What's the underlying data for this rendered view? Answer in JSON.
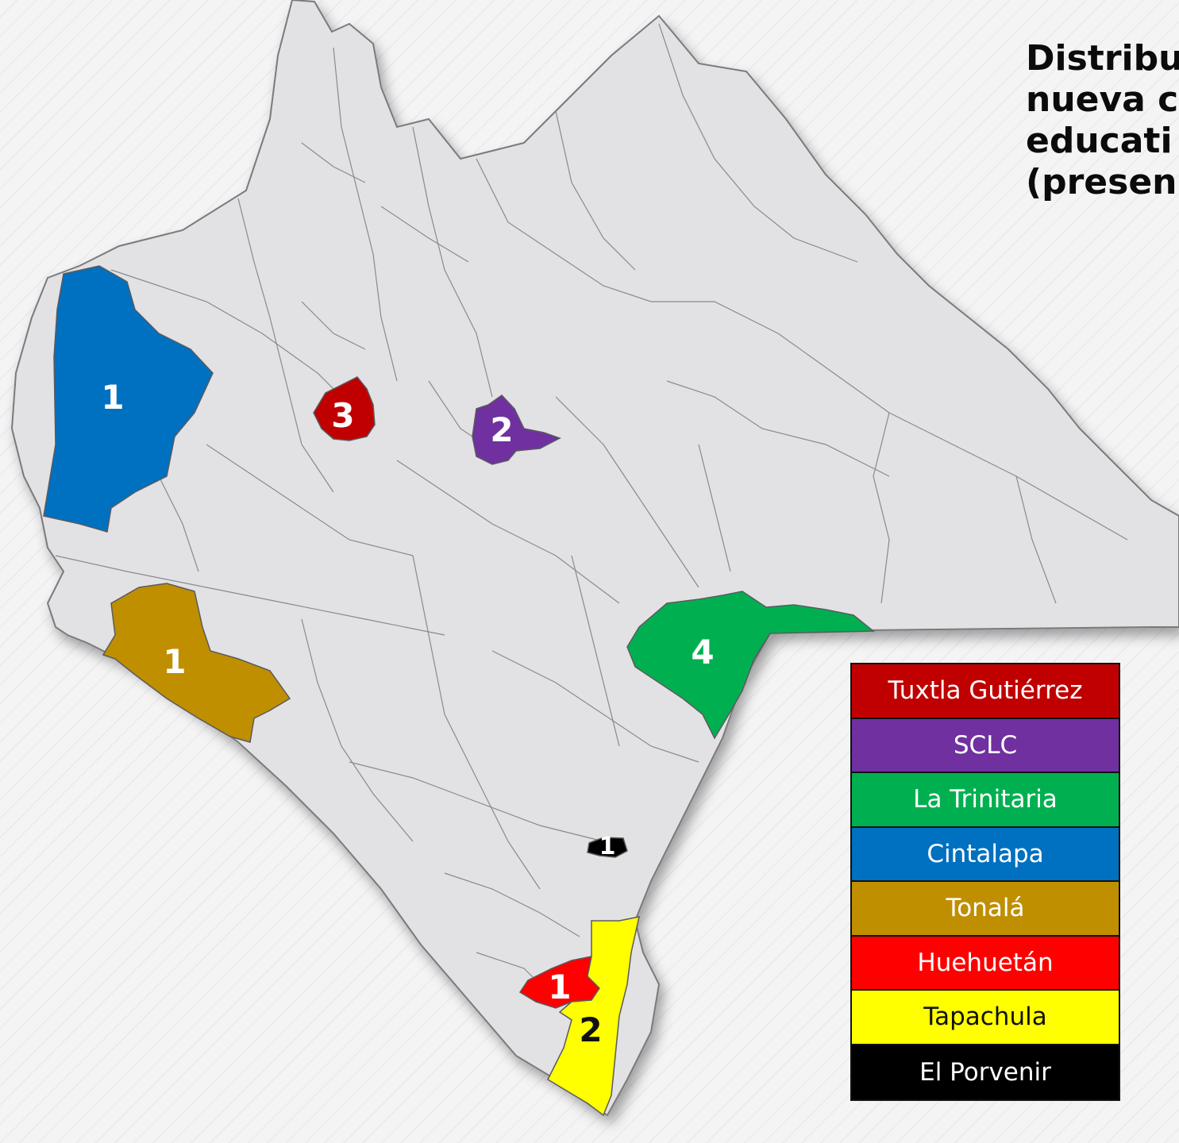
{
  "title": {
    "line1": "Distribu",
    "line2": "nueva c",
    "line3": "educati",
    "line4": "(presen"
  },
  "regions": [
    {
      "name": "Tuxtla Gutiérrez",
      "color": "#c00000",
      "text_color": "#ffffff",
      "count": "3"
    },
    {
      "name": "SCLC",
      "color": "#7030a0",
      "text_color": "#ffffff",
      "count": "2"
    },
    {
      "name": "La Trinitaria",
      "color": "#00b050",
      "text_color": "#ffffff",
      "count": "4"
    },
    {
      "name": "Cintalapa",
      "color": "#0070c0",
      "text_color": "#ffffff",
      "count": "1"
    },
    {
      "name": "Tonalá",
      "color": "#bf8f00",
      "text_color": "#ffffff",
      "count": "1"
    },
    {
      "name": "Huehuetán",
      "color": "#ff0000",
      "text_color": "#ffffff",
      "count": "1"
    },
    {
      "name": "Tapachula",
      "color": "#ffff00",
      "text_color": "#111111",
      "count": "2"
    },
    {
      "name": "El Porvenir",
      "color": "#000000",
      "text_color": "#ffffff",
      "count": "1"
    }
  ],
  "colors": {
    "state_fill": "#e2e2e4",
    "border": "#8a8a8e"
  }
}
